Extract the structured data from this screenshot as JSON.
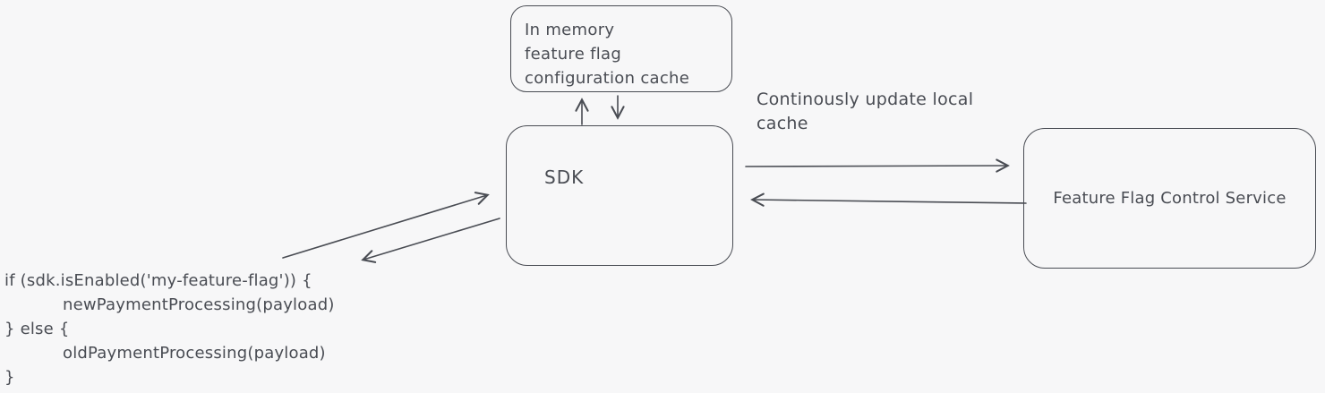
{
  "diagram": {
    "cache_box": {
      "lines": [
        "In memory",
        "feature flag",
        "configuration cache"
      ]
    },
    "sdk_box": {
      "label": "SDK"
    },
    "service_box": {
      "label": "Feature Flag Control Service"
    },
    "cache_update_label": {
      "lines": [
        "Continously update local",
        "cache"
      ]
    },
    "code": {
      "lines": [
        "if (sdk.isEnabled('my-feature-flag')) {",
        "newPaymentProcessing(payload)",
        "} else {",
        "oldPaymentProcessing(payload)",
        "}"
      ]
    }
  },
  "colors": {
    "stroke": "#494c53",
    "background": "#f7f7f8"
  }
}
